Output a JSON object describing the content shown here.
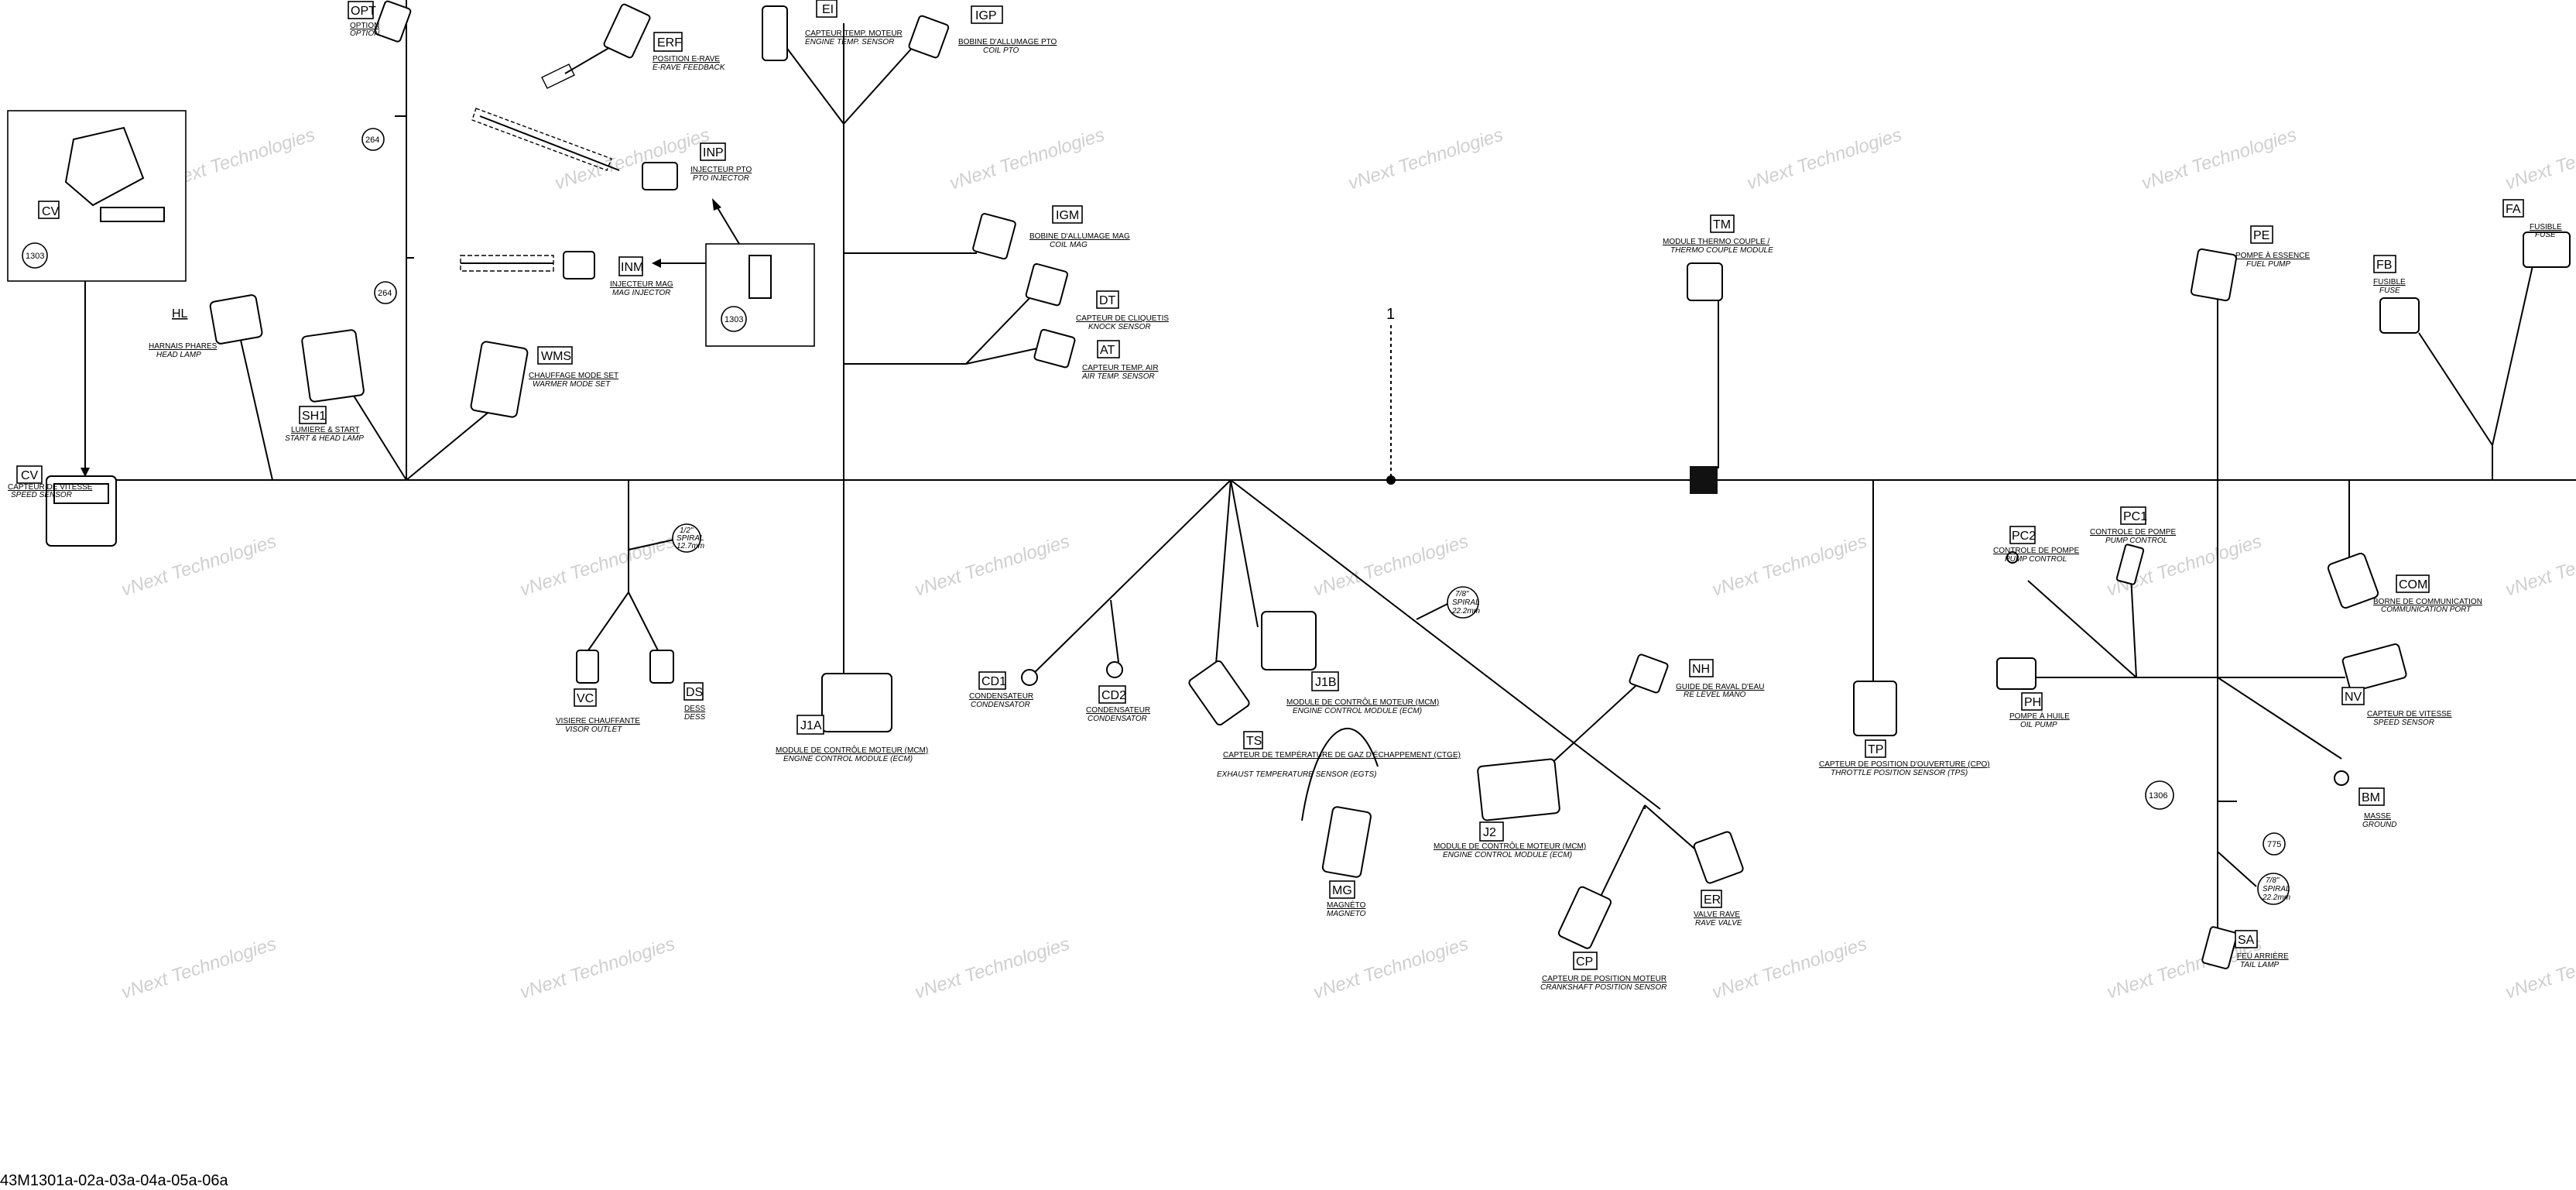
{
  "footer": {
    "drawing_id": "43M1301a-02a-03a-04a-05a-06a"
  },
  "main_line_label": "1",
  "watermark": "vNext Technologies",
  "callouts": {
    "c1303a": "1303",
    "c1303b": "1303",
    "c264a": "264",
    "c264b": "264",
    "c1306": "1306",
    "c775": "775"
  },
  "spirals": {
    "s1": {
      "l1": "1/2\"",
      "l2": "SPIRAL",
      "l3": "12.7mm"
    },
    "s2": {
      "l1": "7/8\"",
      "l2": "SPIRAL",
      "l3": "22.2mm"
    },
    "s3": {
      "l1": "7/8\"",
      "l2": "SPIRAL",
      "l3": "22.2mm"
    }
  },
  "connectors": [
    {
      "code": "CV",
      "fr": "",
      "en": ""
    },
    {
      "code": "OPT",
      "fr": "OPTION",
      "en": "OPTION"
    },
    {
      "code": "ERF",
      "fr": "POSITION E-RAVE",
      "en": "E-RAVE FEEDBACK"
    },
    {
      "code": "EI",
      "fr": "CAPTEUR TEMP. MOTEUR",
      "en": "ENGINE TEMP. SENSOR"
    },
    {
      "code": "IGP",
      "fr": "BOBINE D'ALLUMAGE PTO",
      "en": "COIL PTO"
    },
    {
      "code": "INP",
      "fr": "INJECTEUR PTO",
      "en": "PTO INJECTOR"
    },
    {
      "code": "IGM",
      "fr": "BOBINE D'ALLUMAGE MAG",
      "en": "COIL MAG"
    },
    {
      "code": "DT",
      "fr": "CAPTEUR DE CLIQUETIS",
      "en": "KNOCK SENSOR"
    },
    {
      "code": "AT",
      "fr": "CAPTEUR TEMP. AIR",
      "en": "AIR TEMP. SENSOR"
    },
    {
      "code": "INM",
      "fr": "INJECTEUR MAG",
      "en": "MAG INJECTOR"
    },
    {
      "code": "HL",
      "fr": "HARNAIS PHARES",
      "en": "HEAD LAMP"
    },
    {
      "code": "SH1",
      "fr": "LUMIERE & START",
      "en": "START & HEAD LAMP"
    },
    {
      "code": "WMS",
      "fr": "CHAUFFAGE MODE SET",
      "en": "WARMER MODE SET"
    },
    {
      "code": "CV",
      "fr": "CAPTEUR DE VITESSE",
      "en": "SPEED SENSOR"
    },
    {
      "code": "VC",
      "fr": "VISIERE CHAUFFANTE",
      "en": "VISOR OUTLET"
    },
    {
      "code": "DS",
      "fr": "DESS",
      "en": "DESS"
    },
    {
      "code": "J1A",
      "fr": "MODULE DE CONTRÔLE MOTEUR (MCM)",
      "en": "ENGINE CONTROL MODULE (ECM)"
    },
    {
      "code": "CD1",
      "fr": "CONDENSATEUR",
      "en": "CONDENSATOR"
    },
    {
      "code": "CD2",
      "fr": "CONDENSATEUR",
      "en": "CONDENSATOR"
    },
    {
      "code": "J1B",
      "fr": "MODULE DE CONTRÔLE MOTEUR (MCM)",
      "en": "ENGINE CONTROL MODULE (ECM)"
    },
    {
      "code": "TS",
      "fr": "CAPTEUR DE TEMPÉRATURE DE GAZ D'ÉCHAPPEMENT (CTGE)",
      "en": "EXHAUST TEMPERATURE SENSOR (EGTS)"
    },
    {
      "code": "MG",
      "fr": "MAGNÉTO",
      "en": "MAGNETO"
    },
    {
      "code": "J2",
      "fr": "MODULE DE CONTRÔLE MOTEUR (MCM)",
      "en": "ENGINE CONTROL MODULE (ECM)"
    },
    {
      "code": "NH",
      "fr": "GUIDE DE RAVAL D'EAU",
      "en": "RE LEVEL MANO"
    },
    {
      "code": "CP",
      "fr": "CAPTEUR DE POSITION MOTEUR",
      "en": "CRANKSHAFT POSITION SENSOR"
    },
    {
      "code": "ER",
      "fr": "VALVE RAVE",
      "en": "RAVE VALVE"
    },
    {
      "code": "TM",
      "fr": "MODULE THERMO COUPLE /",
      "en": "THERMO COUPLE MODULE"
    },
    {
      "code": "TP",
      "fr": "CAPTEUR DE POSITION D'OUVERTURE (CPO)",
      "en": "THROTTLE POSITION SENSOR (TPS)"
    },
    {
      "code": "PE",
      "fr": "POMPE À ESSENCE",
      "en": "FUEL PUMP"
    },
    {
      "code": "FB",
      "fr": "FUSIBLE",
      "en": "FUSE"
    },
    {
      "code": "FA",
      "fr": "FUSIBLE",
      "en": "FUSE"
    },
    {
      "code": "PC2",
      "fr": "CONTROLE DE POMPE",
      "en": "PUMP CONTROL"
    },
    {
      "code": "PC1",
      "fr": "CONTROLE DE POMPE",
      "en": "PUMP CONTROL"
    },
    {
      "code": "COM",
      "fr": "BORNE DE COMMUNICATION",
      "en": "COMMUNICATION PORT"
    },
    {
      "code": "PH",
      "fr": "POMPE À HUILE",
      "en": "OIL PUMP"
    },
    {
      "code": "NV",
      "fr": "CAPTEUR DE VITESSE",
      "en": "SPEED SENSOR"
    },
    {
      "code": "BM",
      "fr": "MASSE",
      "en": "GROUND"
    },
    {
      "code": "SA",
      "fr": "FEU ARRIÈRE",
      "en": "TAIL LAMP"
    }
  ]
}
